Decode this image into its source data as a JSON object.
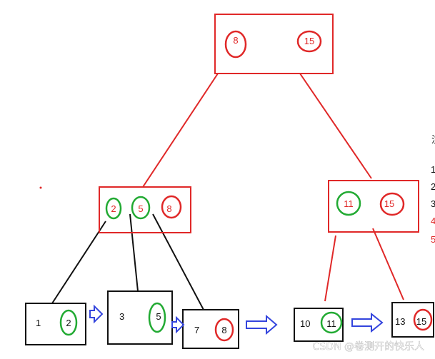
{
  "nodes": {
    "root": {
      "keys": [
        "8",
        "15"
      ]
    },
    "left_mid": {
      "keys": [
        "2",
        "5",
        "8"
      ]
    },
    "right_mid": {
      "keys": [
        "11",
        "15"
      ]
    },
    "leaf1": {
      "keys": [
        "1",
        "2"
      ]
    },
    "leaf2": {
      "keys": [
        "3",
        "5"
      ]
    },
    "leaf3": {
      "keys": [
        "7",
        "8"
      ]
    },
    "leaf4": {
      "keys": [
        "10",
        "11"
      ]
    },
    "leaf5": {
      "keys": [
        "13",
        "15"
      ]
    }
  },
  "side_note": {
    "heading": "注",
    "lines": [
      "1",
      "2",
      "3",
      "4",
      "5"
    ]
  },
  "watermark": "CSDN @卷测开的快乐人",
  "colors": {
    "red": "#e02828",
    "green": "#22aa33",
    "black": "#111111",
    "blue_arrow": "#3344dd"
  }
}
